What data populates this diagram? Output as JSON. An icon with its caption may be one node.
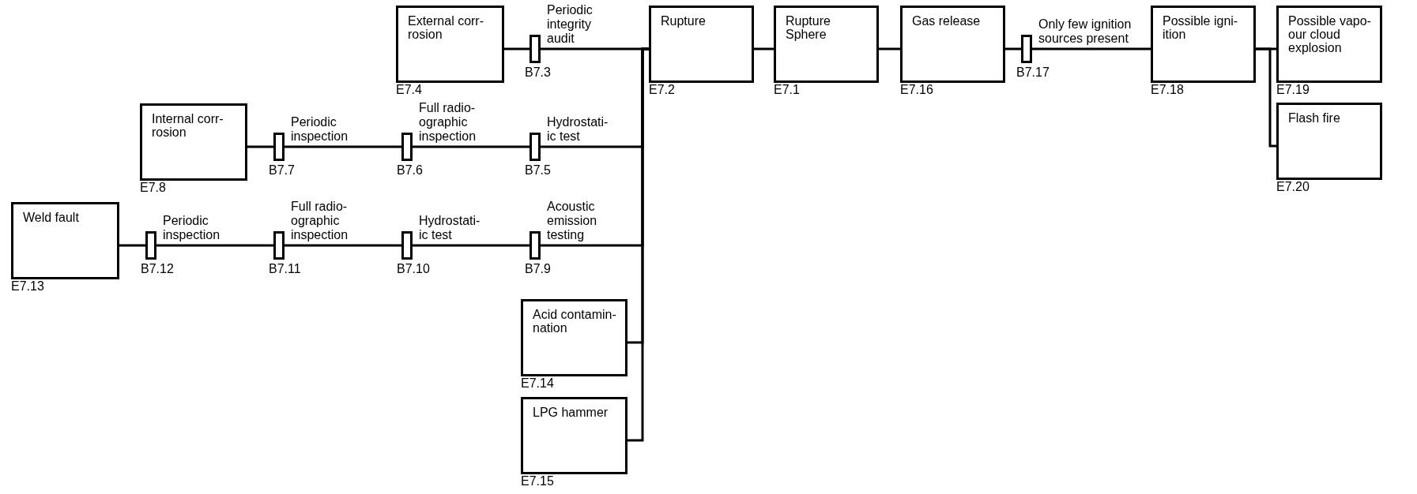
{
  "diagram": {
    "nodes": [
      {
        "text": [
          "External corr- rosion"
        ],
        "beside": [
          "E7.4"
        ]
      },
      {
        "text": [],
        "shape": "bar",
        "beside": [
          "Periodic integrity audit",
          "B7.3"
        ]
      },
      {
        "text": [
          "Rupture"
        ],
        "beside": [
          "E7.2"
        ]
      },
      {
        "text": [
          "Rupture Sphere"
        ],
        "beside": [
          "E7.1"
        ]
      },
      {
        "text": [
          "Gas release"
        ],
        "beside": [
          "E7.16"
        ]
      },
      {
        "text": [],
        "shape": "bar",
        "beside": [
          "Only few ignition sources present",
          "B7.17"
        ]
      },
      {
        "text": [
          "Possible igni- ition"
        ],
        "beside": [
          "E7.18"
        ]
      },
      {
        "text": [
          "Possible vapo- our cloud explosion"
        ],
        "beside": [
          "E7.19"
        ]
      },
      {
        "text": [
          "Internal corr- rosion"
        ],
        "beside": [
          "E7.8"
        ]
      },
      {
        "text": [],
        "shape": "bar",
        "beside": [
          "Periodic inspection",
          "B7.7"
        ]
      },
      {
        "text": [],
        "shape": "bar",
        "beside": [
          "Full radio- ographic inspection",
          "B7.6"
        ]
      },
      {
        "text": [],
        "shape": "bar",
        "beside": [
          "Hydrostati- ic test",
          "B7.5"
        ]
      },
      {
        "text": [
          "Flash fire"
        ],
        "beside": [
          "E7.20"
        ]
      },
      {
        "text": [
          "Weld fault"
        ],
        "beside": [
          "E7.13"
        ]
      },
      {
        "text": [],
        "shape": "bar",
        "beside": [
          "Periodic inspection",
          "B7.12"
        ]
      },
      {
        "text": [],
        "shape": "bar",
        "beside": [
          "Full radio- ographic inspection",
          "B7.11"
        ]
      },
      {
        "text": [],
        "shape": "bar",
        "beside": [
          "Hydrostati- ic test",
          "B7.10"
        ]
      },
      {
        "text": [],
        "shape": "bar",
        "beside": [
          "Acoustic emission testing",
          "B7.9"
        ]
      },
      {
        "text": [
          "Acid contamin- nation"
        ],
        "beside": [
          "E7.14"
        ]
      },
      {
        "text": [
          "LPG hammer"
        ],
        "beside": [
          "E7.15"
        ]
      }
    ],
    "edges": [
      {
        "from": 0,
        "to": 1,
        "arrow": "none"
      },
      {
        "from": 1,
        "to": 2,
        "arrow": "none"
      },
      {
        "from": 8,
        "to": 9,
        "arrow": "none"
      },
      {
        "from": 9,
        "to": 10,
        "arrow": "none"
      },
      {
        "from": 10,
        "to": 11,
        "arrow": "none"
      },
      {
        "from": 11,
        "to": 2,
        "arrow": "none"
      },
      {
        "from": 13,
        "to": 14,
        "arrow": "none"
      },
      {
        "from": 14,
        "to": 15,
        "arrow": "none"
      },
      {
        "from": 15,
        "to": 16,
        "arrow": "none"
      },
      {
        "from": 16,
        "to": 17,
        "arrow": "none"
      },
      {
        "from": 17,
        "to": 2,
        "arrow": "none"
      },
      {
        "from": 18,
        "to": 2,
        "arrow": "none"
      },
      {
        "from": 19,
        "to": 2,
        "arrow": "none"
      },
      {
        "from": 2,
        "to": 3,
        "arrow": "none"
      },
      {
        "from": 3,
        "to": 4,
        "arrow": "none"
      },
      {
        "from": 4,
        "to": 5,
        "arrow": "none"
      },
      {
        "from": 5,
        "to": 6,
        "arrow": "none"
      },
      {
        "from": 6,
        "to": 7,
        "arrow": "none"
      },
      {
        "from": 6,
        "to": 12,
        "arrow": "none"
      }
    ]
  }
}
